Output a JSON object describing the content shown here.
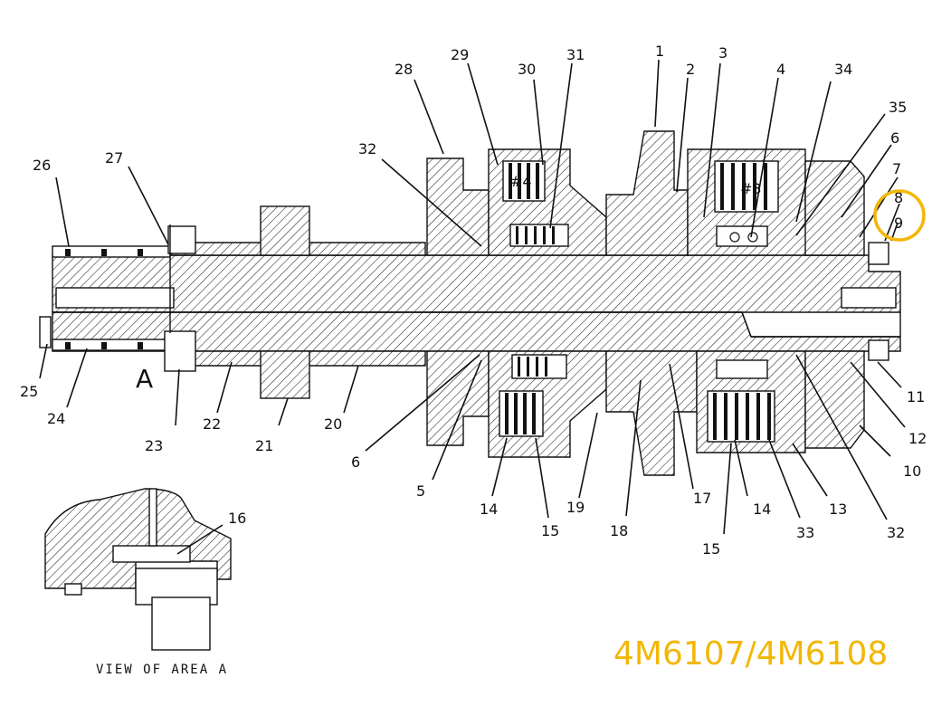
{
  "diagram": {
    "model_number": "4M6107/4M6108",
    "section_label": "A",
    "inset_caption": "VIEW OF AREA A",
    "highlight_color": "#f2b705",
    "callouts": [
      {
        "id": "c1",
        "label": "1"
      },
      {
        "id": "c2",
        "label": "2"
      },
      {
        "id": "c3",
        "label": "3"
      },
      {
        "id": "c4",
        "label": "4"
      },
      {
        "id": "c5",
        "label": "5"
      },
      {
        "id": "c6a",
        "label": "6"
      },
      {
        "id": "c6b",
        "label": "6"
      },
      {
        "id": "c7",
        "label": "7"
      },
      {
        "id": "c8",
        "label": "8"
      },
      {
        "id": "c9",
        "label": "9"
      },
      {
        "id": "c10",
        "label": "10"
      },
      {
        "id": "c11",
        "label": "11"
      },
      {
        "id": "c12",
        "label": "12"
      },
      {
        "id": "c13",
        "label": "13"
      },
      {
        "id": "c14a",
        "label": "14"
      },
      {
        "id": "c14b",
        "label": "14"
      },
      {
        "id": "c15a",
        "label": "15"
      },
      {
        "id": "c15b",
        "label": "15"
      },
      {
        "id": "c16",
        "label": "16"
      },
      {
        "id": "c17",
        "label": "17"
      },
      {
        "id": "c18",
        "label": "18"
      },
      {
        "id": "c19",
        "label": "19"
      },
      {
        "id": "c20",
        "label": "20"
      },
      {
        "id": "c21",
        "label": "21"
      },
      {
        "id": "c22",
        "label": "22"
      },
      {
        "id": "c23",
        "label": "23"
      },
      {
        "id": "c24",
        "label": "24"
      },
      {
        "id": "c25",
        "label": "25"
      },
      {
        "id": "c26",
        "label": "26"
      },
      {
        "id": "c27",
        "label": "27"
      },
      {
        "id": "c28",
        "label": "28"
      },
      {
        "id": "c29",
        "label": "29"
      },
      {
        "id": "c30",
        "label": "30"
      },
      {
        "id": "c31",
        "label": "31"
      },
      {
        "id": "c32a",
        "label": "32"
      },
      {
        "id": "c32b",
        "label": "32"
      },
      {
        "id": "c33",
        "label": "33"
      },
      {
        "id": "c34",
        "label": "34"
      },
      {
        "id": "c35",
        "label": "35"
      }
    ],
    "plate_marks": [
      "#4",
      "#3"
    ]
  }
}
